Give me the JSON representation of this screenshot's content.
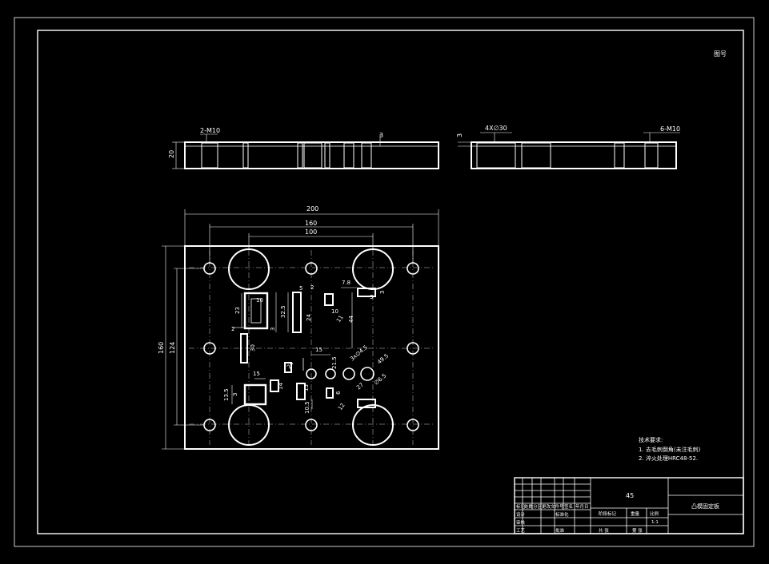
{
  "drawing": {
    "page_mark": "图号",
    "section_a": {
      "thread": "2-M10",
      "height": "20",
      "depth": "3"
    },
    "section_b": {
      "holes": "4X∅30",
      "thread": "6-M10",
      "depth": "3"
    },
    "plan": {
      "width_overall": "200",
      "width_160": "160",
      "width_100": "100",
      "height_overall": "160",
      "height_124": "124",
      "labels": {
        "d23": "23",
        "d2": "2",
        "d10a": "10",
        "d32_5": "32.5",
        "d3a": "3",
        "d5": "5",
        "d2b": "2",
        "d7_8": "7.8",
        "d3b": "3",
        "d44": "44",
        "d15a": "15",
        "d30": "30",
        "d24": "24",
        "d10b": "10",
        "d15b": "15",
        "d13_5": "13.5",
        "d3c": "3",
        "d14": "14",
        "d24b": "24",
        "d3x4_5": "3x∅4.5",
        "d21_5": "21.5",
        "d49_5": "49.5",
        "d6_5": "∅6.5",
        "d10_5": "10.5",
        "d15c": "15",
        "d6": "6",
        "d27": "27",
        "d11": "11",
        "d12": "12",
        "d3d": "3"
      }
    },
    "notes": {
      "title": "技术要求:",
      "items": [
        "1. 去毛刺倒角(未注毛刺)",
        "2. 淬火处理HRC48-52."
      ]
    },
    "title_block": {
      "material": "45",
      "part_name": "凸模固定板",
      "scale": "1:1",
      "sheet_a": "共 张",
      "sheet_b": "第 张",
      "cells": [
        "标记",
        "处数",
        "分区",
        "更改文件号",
        "签名",
        "年月日",
        "设计",
        "标准化",
        "审核",
        "工艺",
        "批准",
        "阶段标记",
        "重量",
        "比例"
      ]
    }
  }
}
